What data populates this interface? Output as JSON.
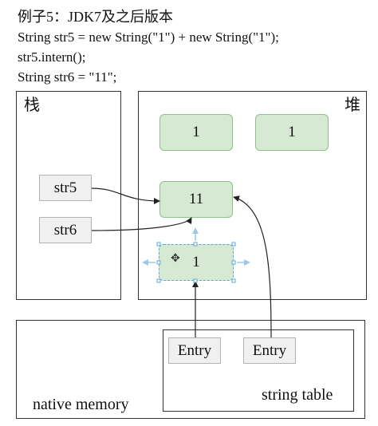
{
  "header": {
    "title": "例子5：JDK7及之后版本",
    "code": [
      "String str5 = new String(\"1\") + new String(\"1\");",
      "str5.intern();",
      "String str6 = \"11\";"
    ]
  },
  "regions": {
    "stack": "栈",
    "heap": "堆",
    "native_memory": "native memory",
    "string_table": "string table"
  },
  "heap_objects": {
    "obj1": "1",
    "obj2": "1",
    "obj_11": "11",
    "obj_selected": "1"
  },
  "stack_vars": {
    "str5": "str5",
    "str6": "str6"
  },
  "string_table_entries": {
    "entry1": "Entry",
    "entry2": "Entry"
  },
  "colors": {
    "object_fill": "#d6e9d2",
    "object_border": "#8fbf8a",
    "selection": "#5aa8d8"
  }
}
